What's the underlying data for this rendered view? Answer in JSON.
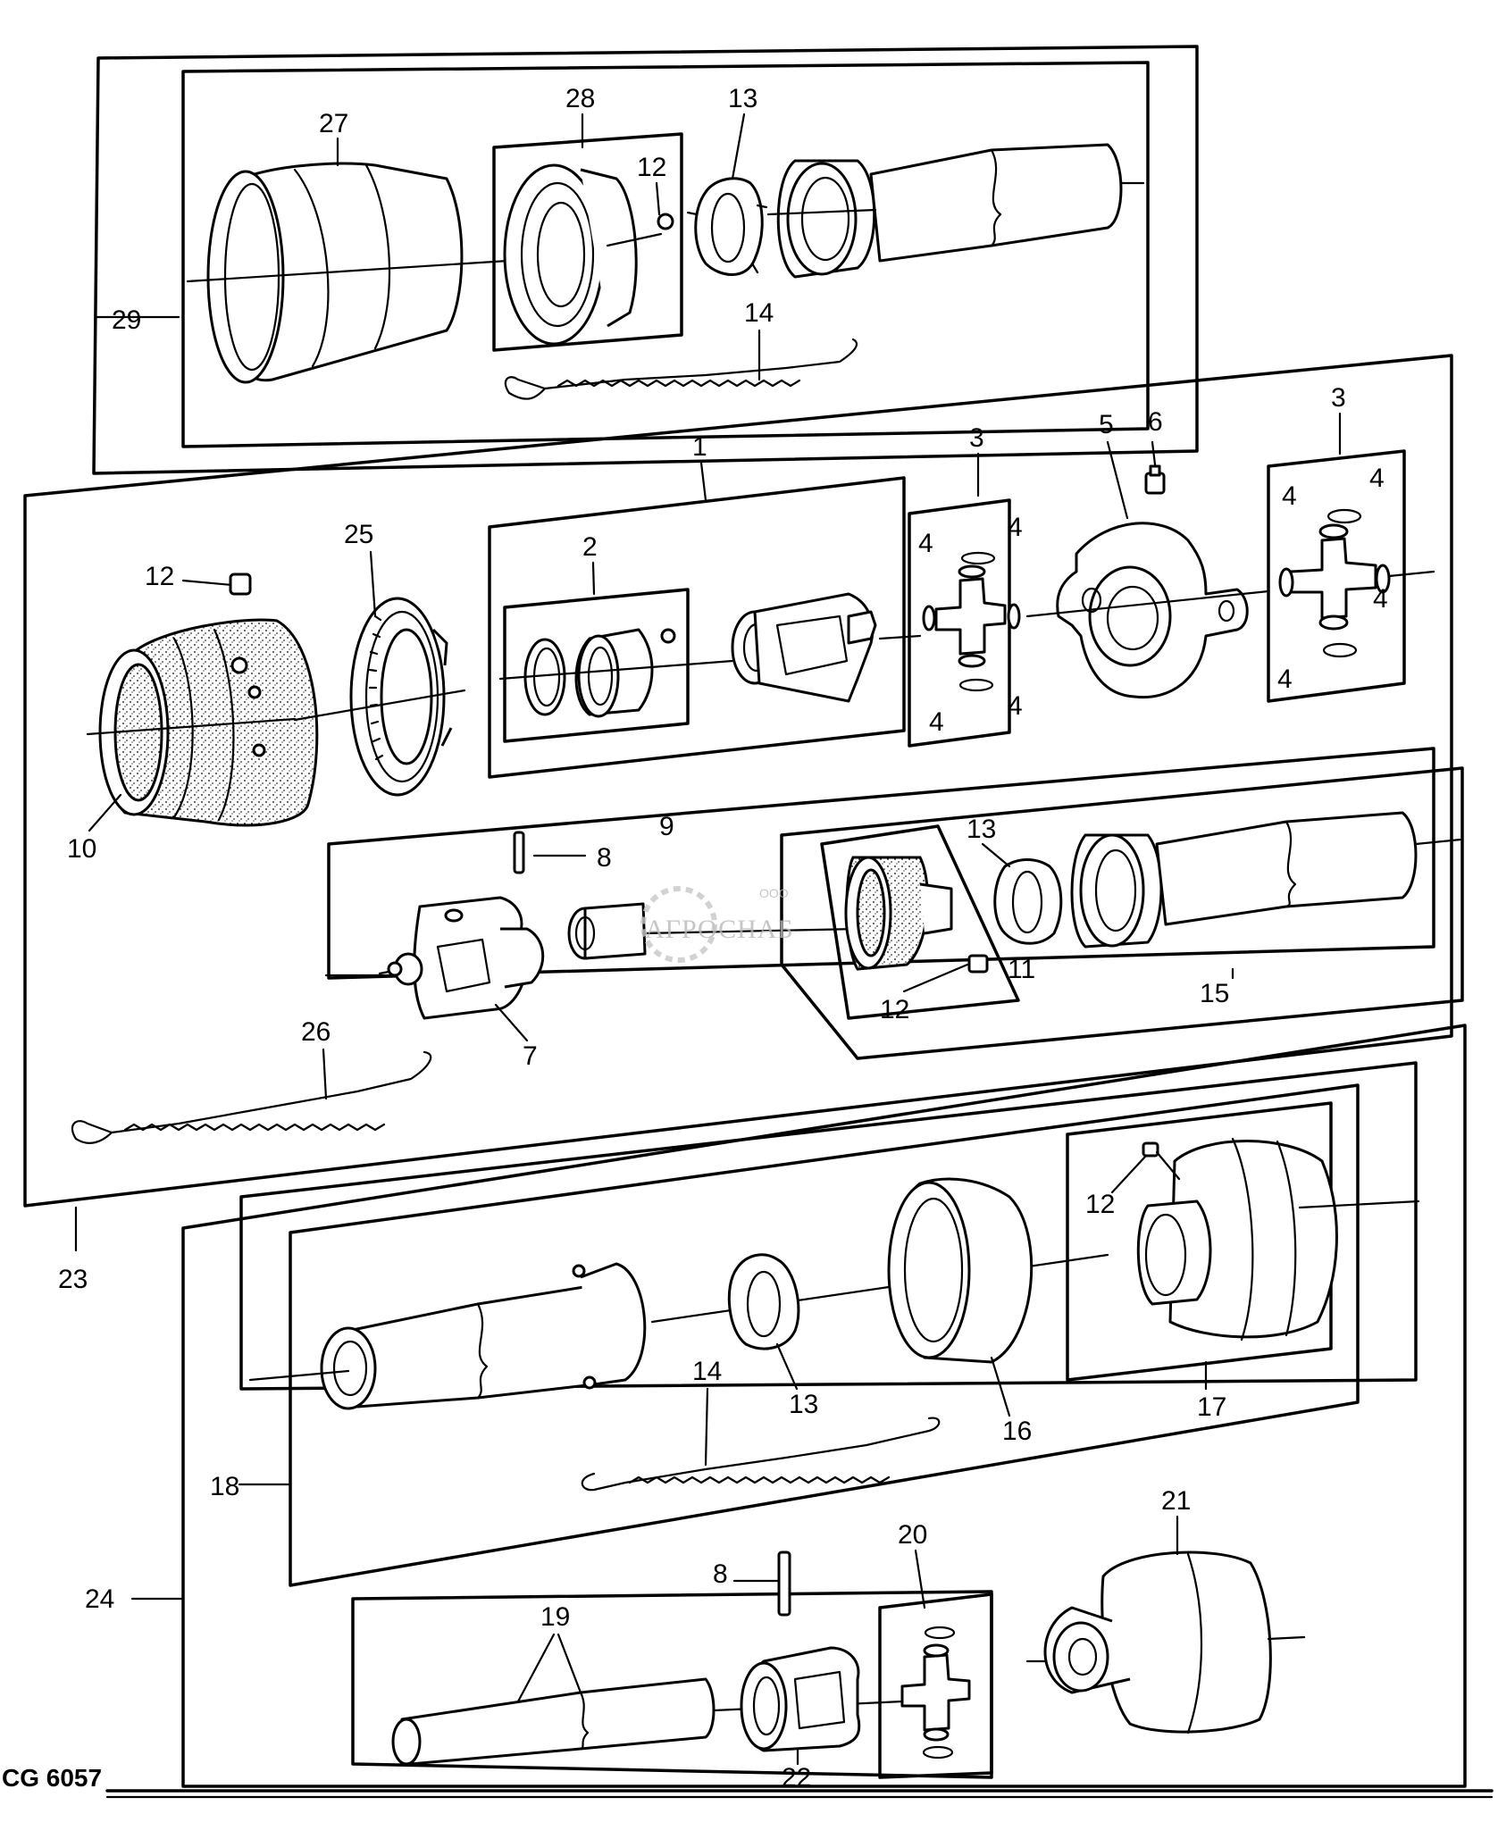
{
  "diagram": {
    "drawing_code": "CG 6057",
    "watermark": {
      "small": "ООО",
      "main": "АГРОСНАБ"
    },
    "callouts": {
      "c1": "1",
      "c2": "2",
      "c3a": "3",
      "c3b": "3",
      "c4a": "4",
      "c4b": "4",
      "c4c": "4",
      "c4d": "4",
      "c4e": "4",
      "c4f": "4",
      "c4g": "4",
      "c4h": "4",
      "c5": "5",
      "c6": "6",
      "c7": "7",
      "c8a": "8",
      "c8b": "8",
      "c9": "9",
      "c10": "10",
      "c11": "11",
      "c12a": "12",
      "c12b": "12",
      "c12c": "12",
      "c12d": "12",
      "c13a": "13",
      "c13b": "13",
      "c13c": "13",
      "c14a": "14",
      "c14b": "14",
      "c15": "15",
      "c16": "16",
      "c17": "17",
      "c18": "18",
      "c19": "19",
      "c20": "20",
      "c21": "21",
      "c22": "22",
      "c23": "23",
      "c24": "24",
      "c25": "25",
      "c26": "26",
      "c27": "27",
      "c28": "28",
      "c29": "29"
    }
  }
}
